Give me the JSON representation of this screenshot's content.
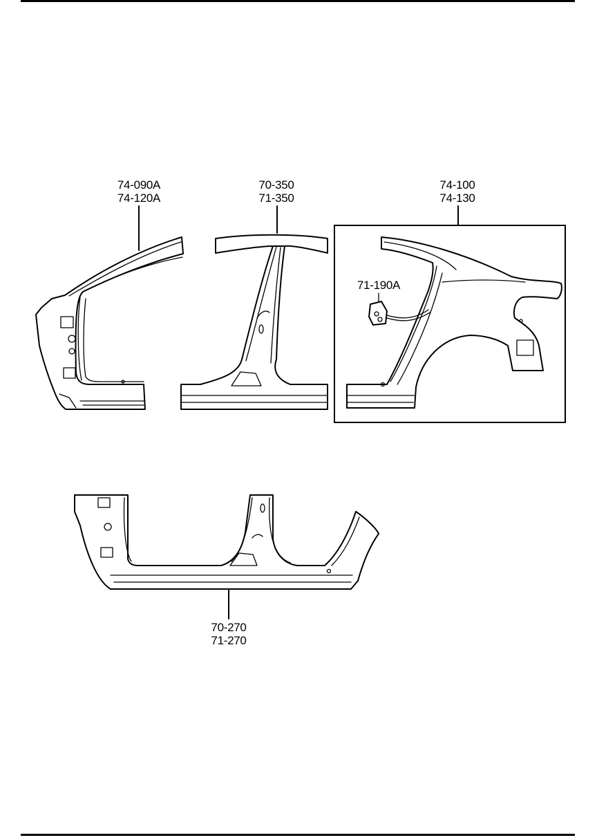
{
  "labels": {
    "front_pillar": [
      "74-090A",
      "74-120A"
    ],
    "center_pillar": [
      "70-350",
      "71-350"
    ],
    "rear_panel": [
      "74-100",
      "74-130"
    ],
    "bracket": "71-190A",
    "side_sill": [
      "70-270",
      "71-270"
    ]
  }
}
